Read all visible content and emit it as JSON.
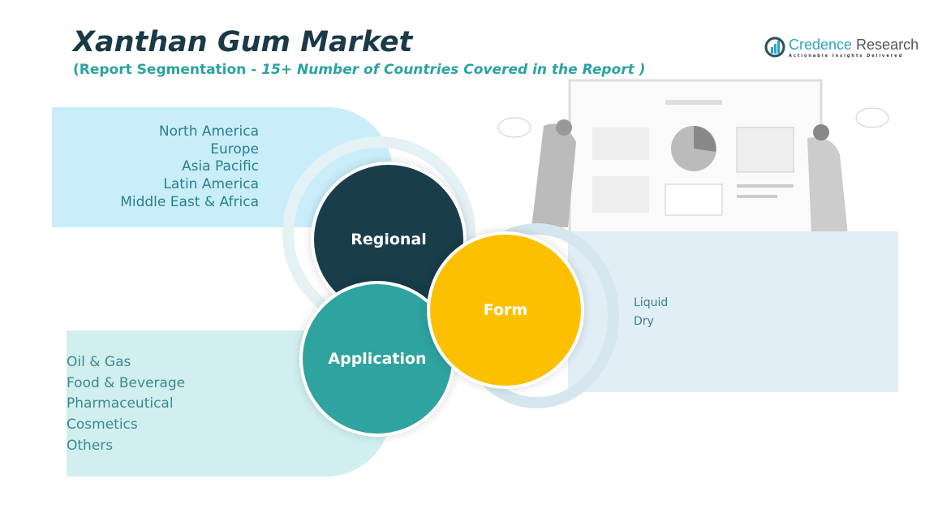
{
  "header": {
    "title": "Xanthan Gum Market",
    "subtitle_prefix": "(Report Segmentation - ",
    "subtitle_italic": "15+ Number of Countries Covered in the Report )"
  },
  "logo": {
    "name_part1": "Credence",
    "name_part2": " Research",
    "tagline": "Actionable Insights Delivered"
  },
  "segments": {
    "regional": {
      "label": "Regional",
      "items": [
        "North America",
        "Europe",
        "Asia Pacific",
        "Latin America",
        "Middle East & Africa"
      ]
    },
    "application": {
      "label": "Application",
      "items": [
        "Oil & Gas",
        "Food & Beverage",
        "Pharmaceutical",
        "Cosmetics",
        "Others"
      ]
    },
    "form": {
      "label": "Form",
      "items": [
        "Liquid",
        "Dry"
      ]
    }
  }
}
